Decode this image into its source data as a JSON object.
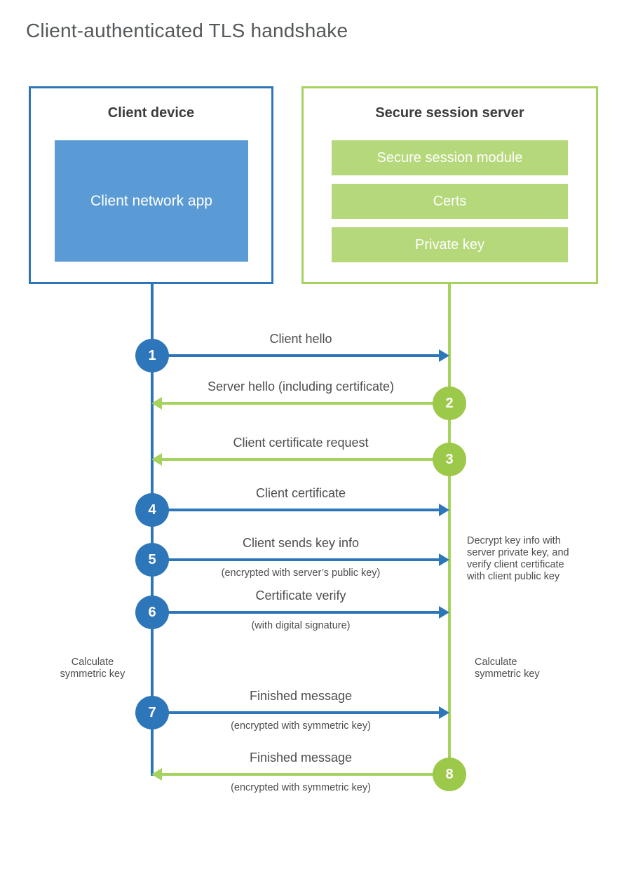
{
  "title": "Client-authenticated TLS handshake",
  "colors": {
    "blue": "#2e76ba",
    "blue_fill": "#5b9bd5",
    "green_line": "#a6d35e",
    "green_circle": "#9cc94a",
    "green_fill": "#b5d87b",
    "heading": "#3c3c3c",
    "text": "#4d4d4d",
    "title": "#55585a"
  },
  "client_box": {
    "title": "Client device",
    "app_label": "Client network app"
  },
  "server_box": {
    "title": "Secure session server",
    "modules": [
      "Secure session module",
      "Certs",
      "Private key"
    ]
  },
  "steps": [
    {
      "num": "1",
      "from": "client",
      "label": "Client hello",
      "sub": ""
    },
    {
      "num": "2",
      "from": "server",
      "label": "Server hello (including certificate)",
      "sub": ""
    },
    {
      "num": "3",
      "from": "server",
      "label": "Client certificate request",
      "sub": ""
    },
    {
      "num": "4",
      "from": "client",
      "label": "Client certificate",
      "sub": ""
    },
    {
      "num": "5",
      "from": "client",
      "label": "Client sends key info",
      "sub": "(encrypted with server’s public key)"
    },
    {
      "num": "6",
      "from": "client",
      "label": "Certificate verify",
      "sub": "(with digital signature)"
    },
    {
      "num": "7",
      "from": "client",
      "label": "Finished message",
      "sub": "(encrypted with symmetric key)"
    },
    {
      "num": "8",
      "from": "server",
      "label": "Finished message",
      "sub": "(encrypted with symmetric key)"
    }
  ],
  "notes": {
    "decrypt_lines": [
      "Decrypt key info with",
      "server private key, and",
      "verify client certificate",
      "with client public key"
    ],
    "calc_left_lines": [
      "Calculate",
      "symmetric key"
    ],
    "calc_right_lines": [
      "Calculate",
      "symmetric key"
    ]
  }
}
